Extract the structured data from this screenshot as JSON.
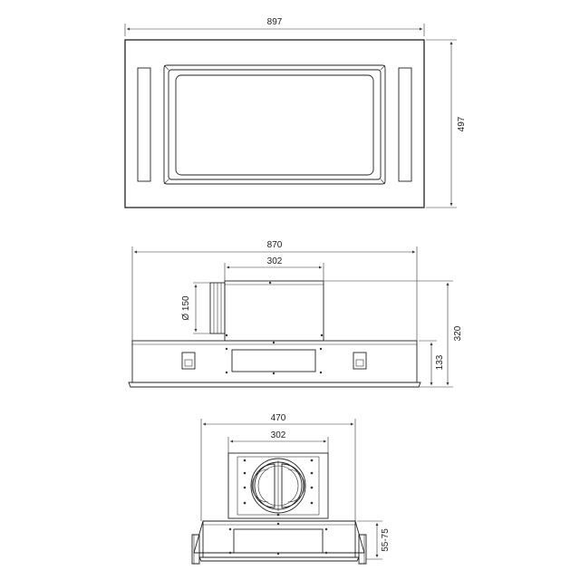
{
  "drawing": {
    "top_view": {
      "width_label": "897",
      "height_label": "497"
    },
    "front_view": {
      "total_width_label": "870",
      "motor_width_label": "302",
      "duct_diameter_label": "Ø 150",
      "total_height_label": "320",
      "body_height_label": "133"
    },
    "side_view": {
      "total_width_label": "470",
      "motor_width_label": "302",
      "flange_label": "55-75"
    }
  }
}
